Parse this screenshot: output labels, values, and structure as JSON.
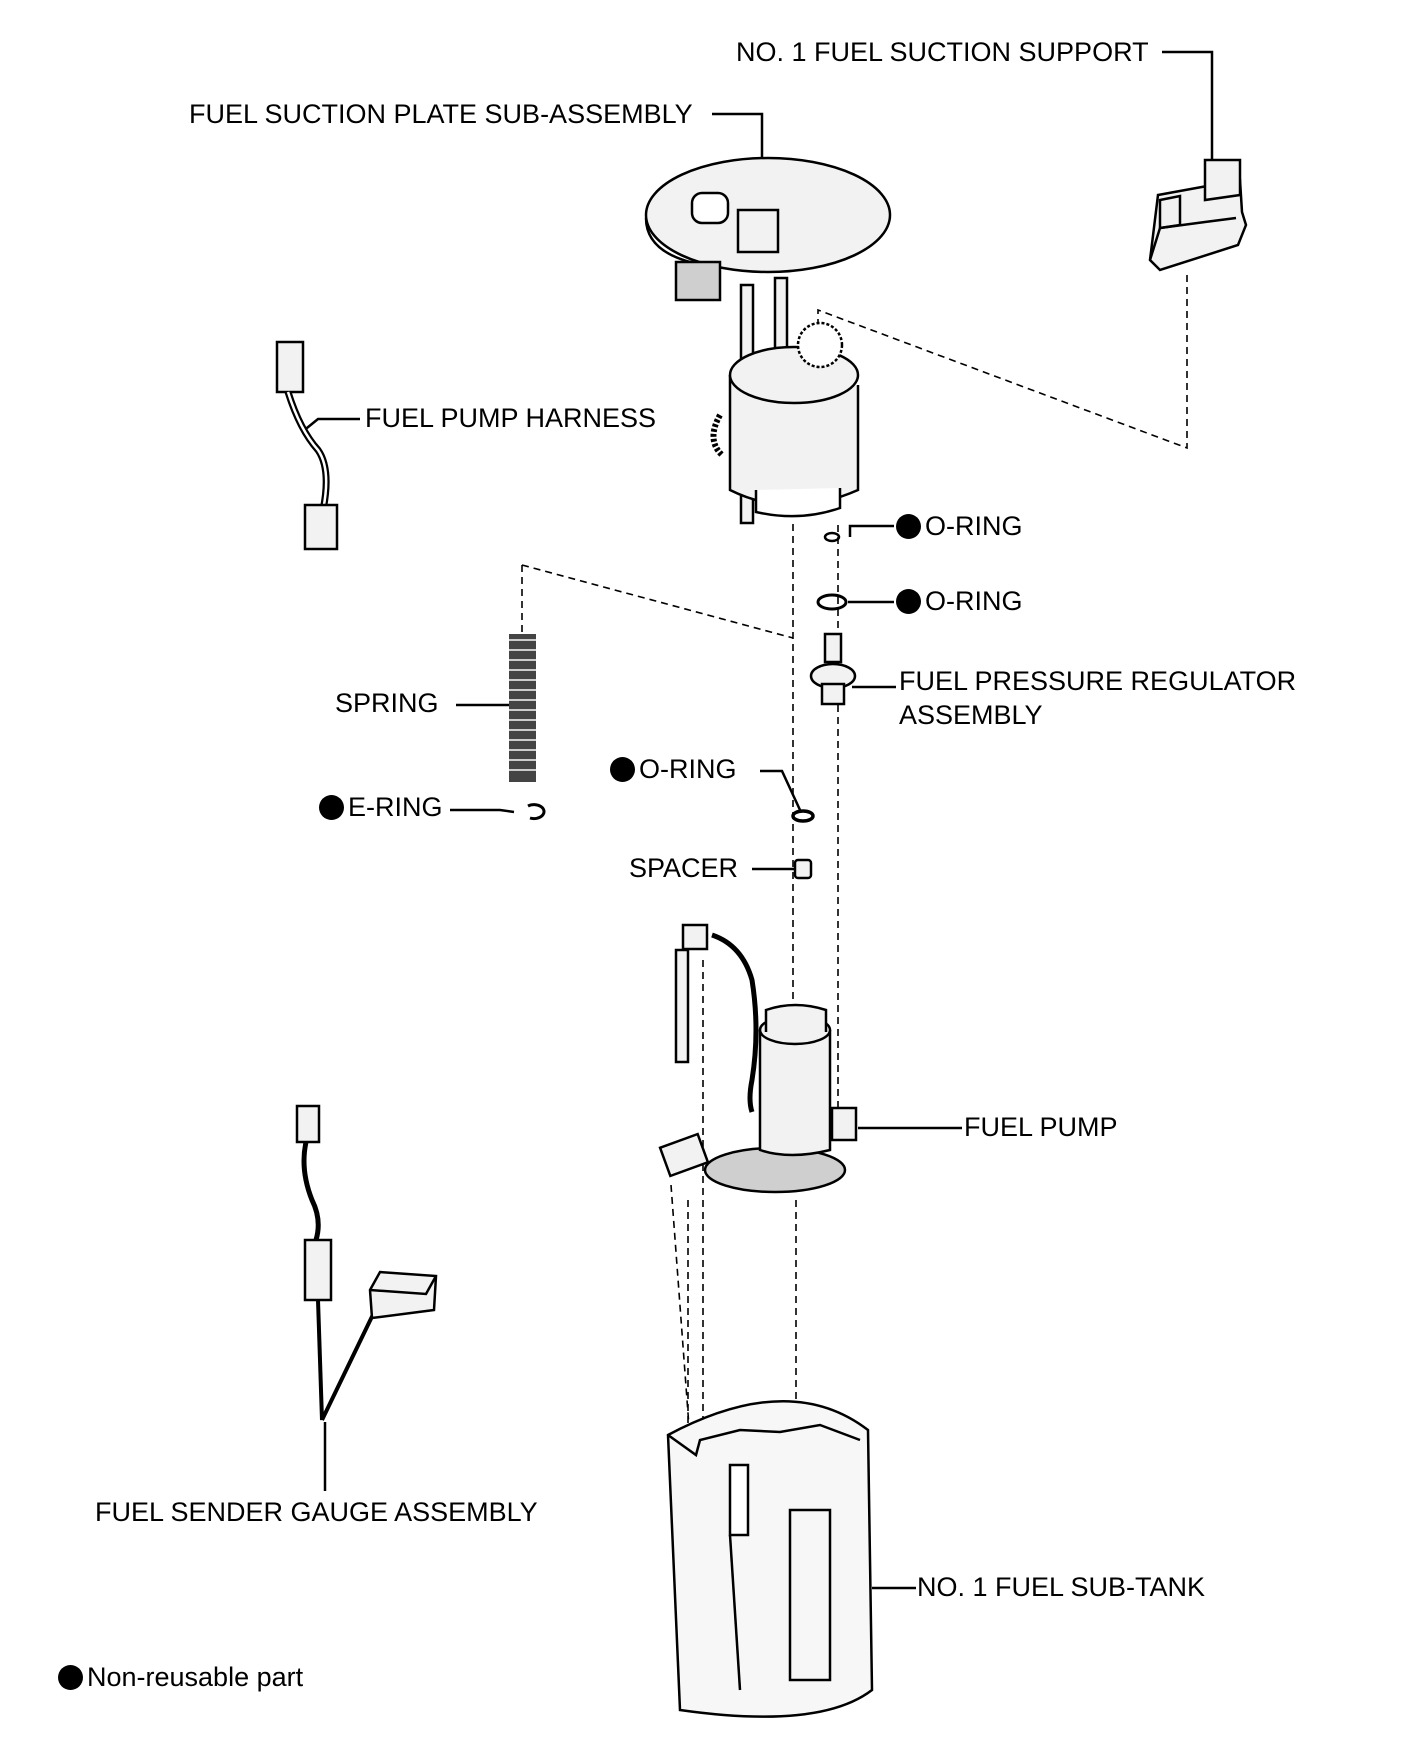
{
  "labels": {
    "suction_support": "NO. 1 FUEL SUCTION SUPPORT",
    "suction_plate": "FUEL SUCTION PLATE SUB-ASSEMBLY",
    "pump_harness": "FUEL PUMP HARNESS",
    "oring_1": "O-RING",
    "oring_2": "O-RING",
    "regulator_line1": "FUEL PRESSURE REGULATOR",
    "regulator_line2": "ASSEMBLY",
    "spring": "SPRING",
    "oring_3": "O-RING",
    "e_ring": "E-RING",
    "spacer": "SPACER",
    "fuel_pump": "FUEL PUMP",
    "sender_gauge": "FUEL SENDER GAUGE ASSEMBLY",
    "sub_tank": "NO. 1 FUEL SUB-TANK"
  },
  "legend": {
    "text": "Non-reusable part"
  },
  "colors": {
    "ink": "#000000",
    "paper": "#ffffff",
    "part_fill": "#f2f2f2",
    "part_shade": "#cfcfcf"
  }
}
